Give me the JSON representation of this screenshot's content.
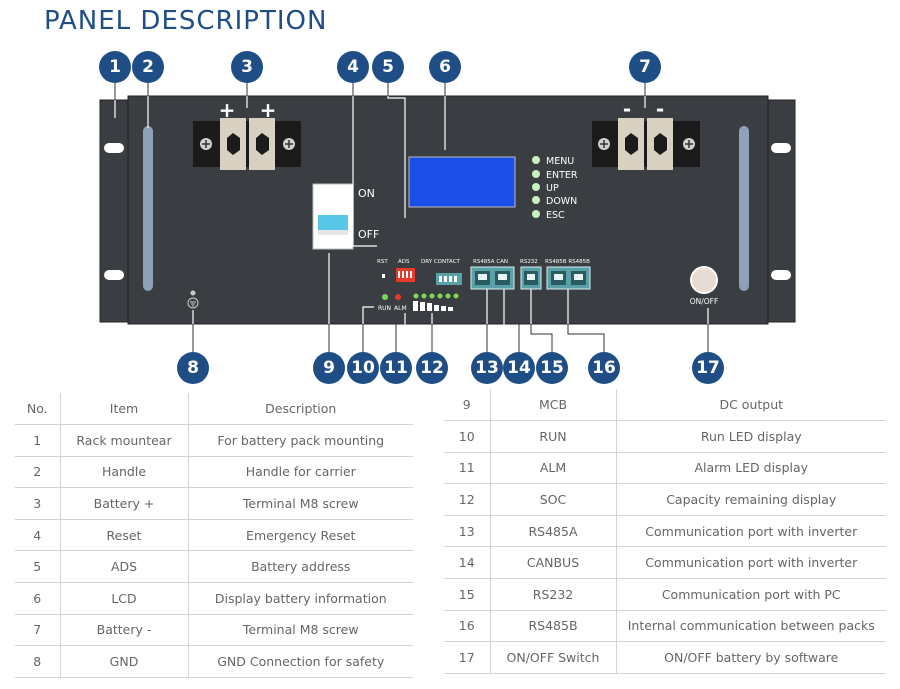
{
  "title": "PANEL DESCRIPTION",
  "panel": {
    "plus": "+",
    "minus": "-",
    "on": "ON",
    "off": "OFF",
    "buttons": [
      "MENU",
      "ENTER",
      "UP",
      "DOWN",
      "ESC"
    ],
    "rst": "RST",
    "ads": "ADS",
    "dry_contact": "DRY  CONTACT",
    "rs485a_can": "RS485A CAN",
    "rs232": "RS232",
    "rs485b": "RS485B RS485B",
    "run": "RUN",
    "alm": "ALM",
    "onoff": "ON/OFF",
    "colors": {
      "panel": "#3a3d42",
      "lcd": "#1b4fe8",
      "port": "#5aa0a8",
      "led_green": "#7ed957",
      "led_red": "#e83a2a",
      "badge": "#1f4e86"
    }
  },
  "badges": [
    "1",
    "2",
    "3",
    "4",
    "5",
    "6",
    "7",
    "8",
    "9",
    "10",
    "11",
    "12",
    "13",
    "14",
    "15",
    "16",
    "17"
  ],
  "table_left": {
    "headers": [
      "No.",
      "Item",
      "Description"
    ],
    "rows": [
      [
        "1",
        "Rack mountear",
        "For battery pack mounting"
      ],
      [
        "2",
        "Handle",
        "Handle for carrier"
      ],
      [
        "3",
        "Battery +",
        "Terminal M8 screw"
      ],
      [
        "4",
        "Reset",
        "Emergency Reset"
      ],
      [
        "5",
        "ADS",
        "Battery address"
      ],
      [
        "6",
        "LCD",
        "Display battery information"
      ],
      [
        "7",
        "Battery -",
        "Terminal M8 screw"
      ],
      [
        "8",
        "GND",
        "GND Connection for safety"
      ]
    ]
  },
  "table_right": {
    "rows": [
      [
        "9",
        "MCB",
        "DC output"
      ],
      [
        "10",
        "RUN",
        "Run LED display"
      ],
      [
        "11",
        "ALM",
        "Alarm LED display"
      ],
      [
        "12",
        "SOC",
        "Capacity remaining display"
      ],
      [
        "13",
        "RS485A",
        "Communication port with inverter"
      ],
      [
        "14",
        "CANBUS",
        "Communication port with inverter"
      ],
      [
        "15",
        "RS232",
        "Communication port with PC"
      ],
      [
        "16",
        "RS485B",
        "Internal communication between packs"
      ],
      [
        "17",
        "ON/OFF Switch",
        "ON/OFF battery by software"
      ]
    ]
  }
}
